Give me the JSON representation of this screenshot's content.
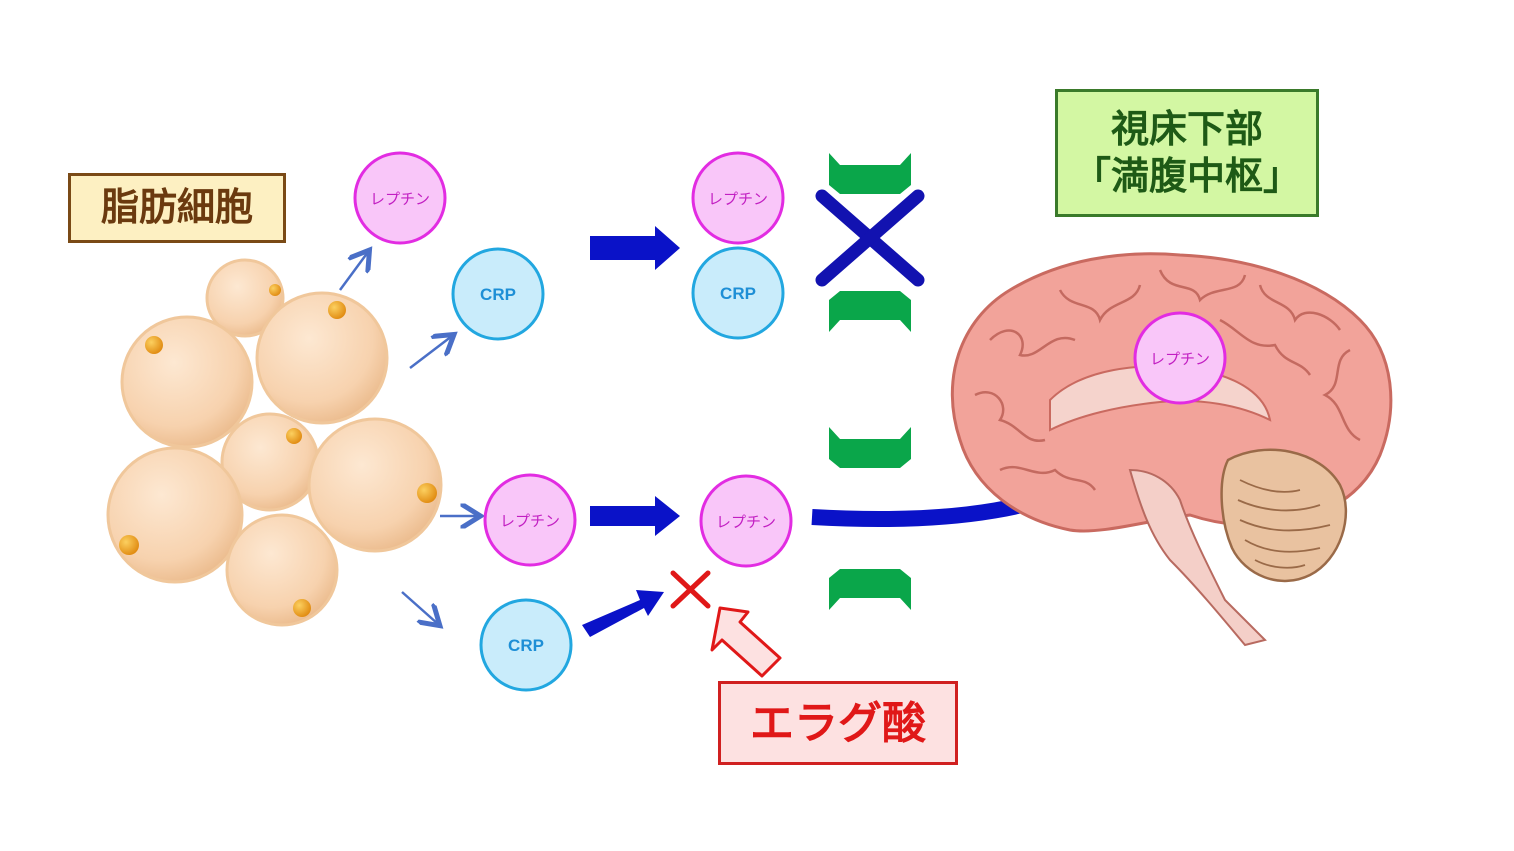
{
  "labels": {
    "fat_cell": "脂肪細胞",
    "hypothalamus_line1": "視床下部",
    "hypothalamus_line2": "「満腹中枢」",
    "ellagic_acid": "エラグ酸"
  },
  "molecules": {
    "leptin": "レプチン",
    "crp": "CRP"
  },
  "colors": {
    "leptin_fill": "#f9c6f9",
    "leptin_stroke": "#e22ce2",
    "crp_fill": "#c9ecfb",
    "crp_stroke": "#22a7e0",
    "arrow_blue": "#0a12c8",
    "block_x": "#1212b0",
    "receptor_green": "#0aa64a",
    "inhibit_red": "#e01818"
  }
}
